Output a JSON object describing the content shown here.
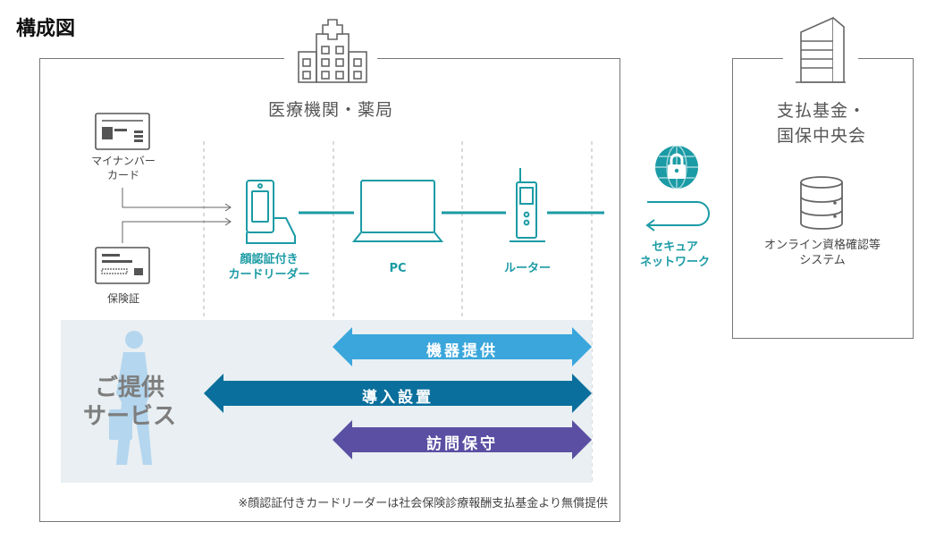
{
  "title": "構成図",
  "facility": {
    "name": "医療機関・薬局",
    "devices": {
      "mynumber_card": "マイナンバー\nカード",
      "insurance_card": "保険証",
      "reader": "顔認証付き\nカードリーダー",
      "pc": "PC",
      "router": "ルーター"
    }
  },
  "network": {
    "label": "セキュア\nネットワーク"
  },
  "fund": {
    "name": "支払基金・\n国保中央会",
    "system": "オンライン資格確認等\nシステム"
  },
  "services": {
    "heading": "ご提供\nサービス",
    "bands": [
      {
        "label": "機器提供",
        "color": "#3aa6dc"
      },
      {
        "label": "導入設置",
        "color": "#0a6f9c"
      },
      {
        "label": "訪問保守",
        "color": "#5a4fa3"
      }
    ]
  },
  "footnote": "※顔認証付きカードリーダーは社会保険診療報酬支払基金より無償提供",
  "colors": {
    "teal": "#1b9ba5",
    "service_bg": "#e9eff2"
  }
}
